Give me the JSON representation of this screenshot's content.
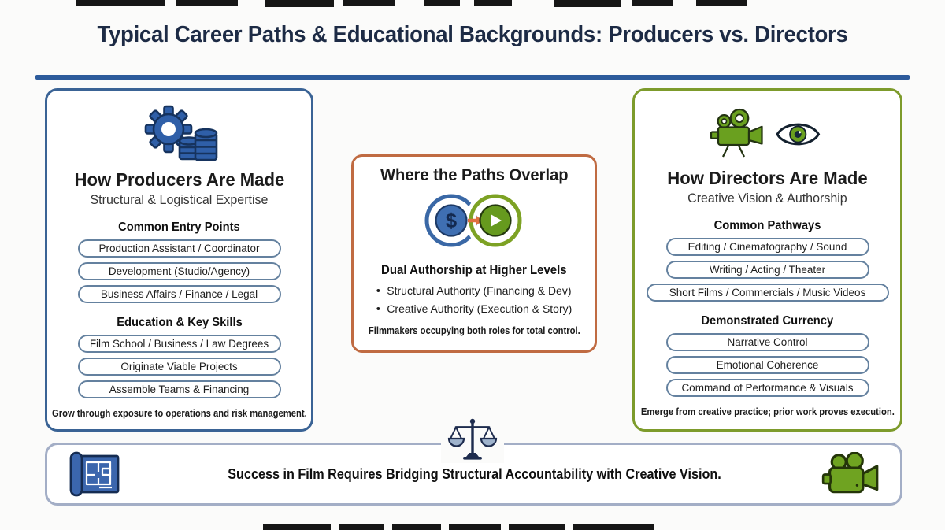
{
  "page": {
    "title": "Typical Career Paths & Educational Backgrounds: Producers vs. Directors"
  },
  "producers": {
    "icon": "gear-coins-icon",
    "title": "How Producers Are Made",
    "subtitle": "Structural & Logistical Expertise",
    "sections": [
      {
        "header": "Common Entry Points",
        "pills": [
          "Production Assistant / Coordinator",
          "Development (Studio/Agency)",
          "Business Affairs / Finance / Legal"
        ]
      },
      {
        "header": "Education & Key Skills",
        "pills": [
          "Film School / Business / Law Degrees",
          "Originate Viable Projects",
          "Assemble Teams & Financing"
        ]
      }
    ],
    "footer": "Grow through exposure to operations and risk management."
  },
  "overlap": {
    "title": "Where the Paths Overlap",
    "icons": [
      "dollar-circle-icon",
      "arrow-right-icon",
      "play-circle-icon"
    ],
    "dollar_symbol": "$",
    "subtitle": "Dual Authorship at Higher Levels",
    "bullets": [
      "Structural Authority (Financing & Dev)",
      "Creative Authority (Execution & Story)"
    ],
    "footer": "Filmmakers occupying both roles for total control."
  },
  "directors": {
    "icons": [
      "film-camera-icon",
      "eye-icon"
    ],
    "title": "How Directors Are Made",
    "subtitle": "Creative Vision & Authorship",
    "sections": [
      {
        "header": "Common Pathways",
        "pills": [
          "Editing / Cinematography / Sound",
          "Writing / Acting / Theater",
          "Short Films / Commercials / Music Videos"
        ]
      },
      {
        "header": "Demonstrated Currency",
        "pills": [
          "Narrative Control",
          "Emotional Coherence",
          "Command of Performance & Visuals"
        ]
      }
    ],
    "footer": "Emerge from creative practice; prior work proves execution."
  },
  "banner": {
    "left_icon": "blueprint-icon",
    "text": "Success in Film Requires Bridging Structural Accountability with Creative Vision.",
    "right_icon": "camcorder-icon",
    "center_icon": "balance-scale-icon"
  },
  "colors": {
    "accent_navy": "#1d2b45",
    "rule_blue": "#2d5b9b",
    "producers_blue": "#3a6395",
    "overlap_orange": "#c06b42",
    "directors_green": "#7d9b2b",
    "pill_border": "#64819f",
    "banner_border": "#a3aec6",
    "icon_blue": "#2f5fa8",
    "icon_green": "#6aa01f",
    "arrow_orange": "#e0703f",
    "scale_navy": "#1e2c4e"
  }
}
